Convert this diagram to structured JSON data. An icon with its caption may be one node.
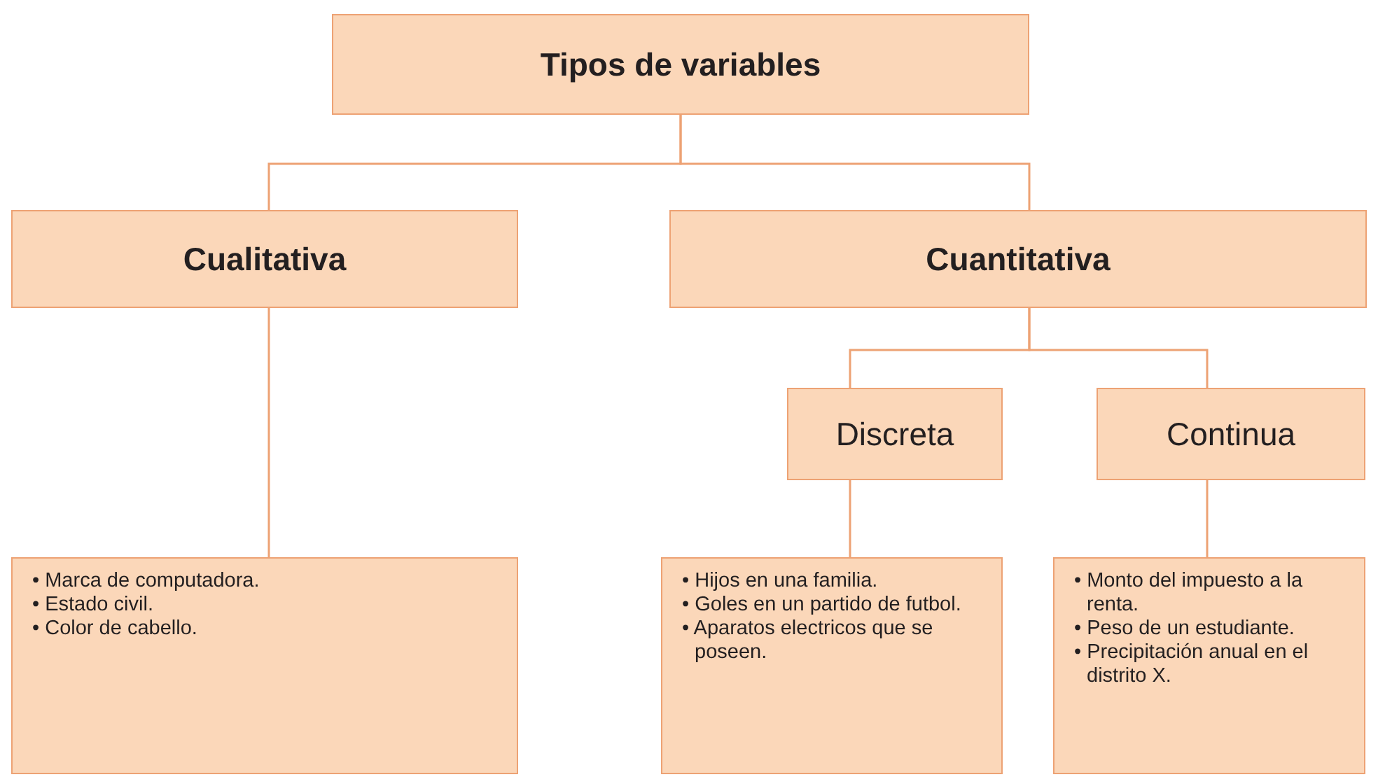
{
  "diagram": {
    "nodes": [
      {
        "text": [
          "Tipos de variables"
        ]
      },
      {
        "text": [
          "Cualitativa"
        ]
      },
      {
        "text": [
          "Cuantitativa"
        ]
      },
      {
        "text": [
          "Discreta"
        ]
      },
      {
        "text": [
          "Continua"
        ]
      },
      {
        "text": [
          "• Marca de computadora.",
          "• Estado civil.",
          "• Color de cabello."
        ]
      },
      {
        "text": [
          "• Hijos en una familia.",
          "• Goles en un partido de futbol.",
          "• Aparatos electricos que se poseen."
        ]
      },
      {
        "text": [
          "• Monto del impuesto a la renta.",
          "• Peso de un estudiante.",
          "• Precipitación anual en el distrito X."
        ]
      }
    ],
    "edges": [
      {
        "from": 0,
        "to": 1,
        "arrow": "none"
      },
      {
        "from": 0,
        "to": 2,
        "arrow": "none"
      },
      {
        "from": 1,
        "to": 5,
        "arrow": "none"
      },
      {
        "from": 2,
        "to": 3,
        "arrow": "none"
      },
      {
        "from": 2,
        "to": 4,
        "arrow": "none"
      },
      {
        "from": 3,
        "to": 6,
        "arrow": "none"
      },
      {
        "from": 4,
        "to": 7,
        "arrow": "none"
      }
    ]
  }
}
